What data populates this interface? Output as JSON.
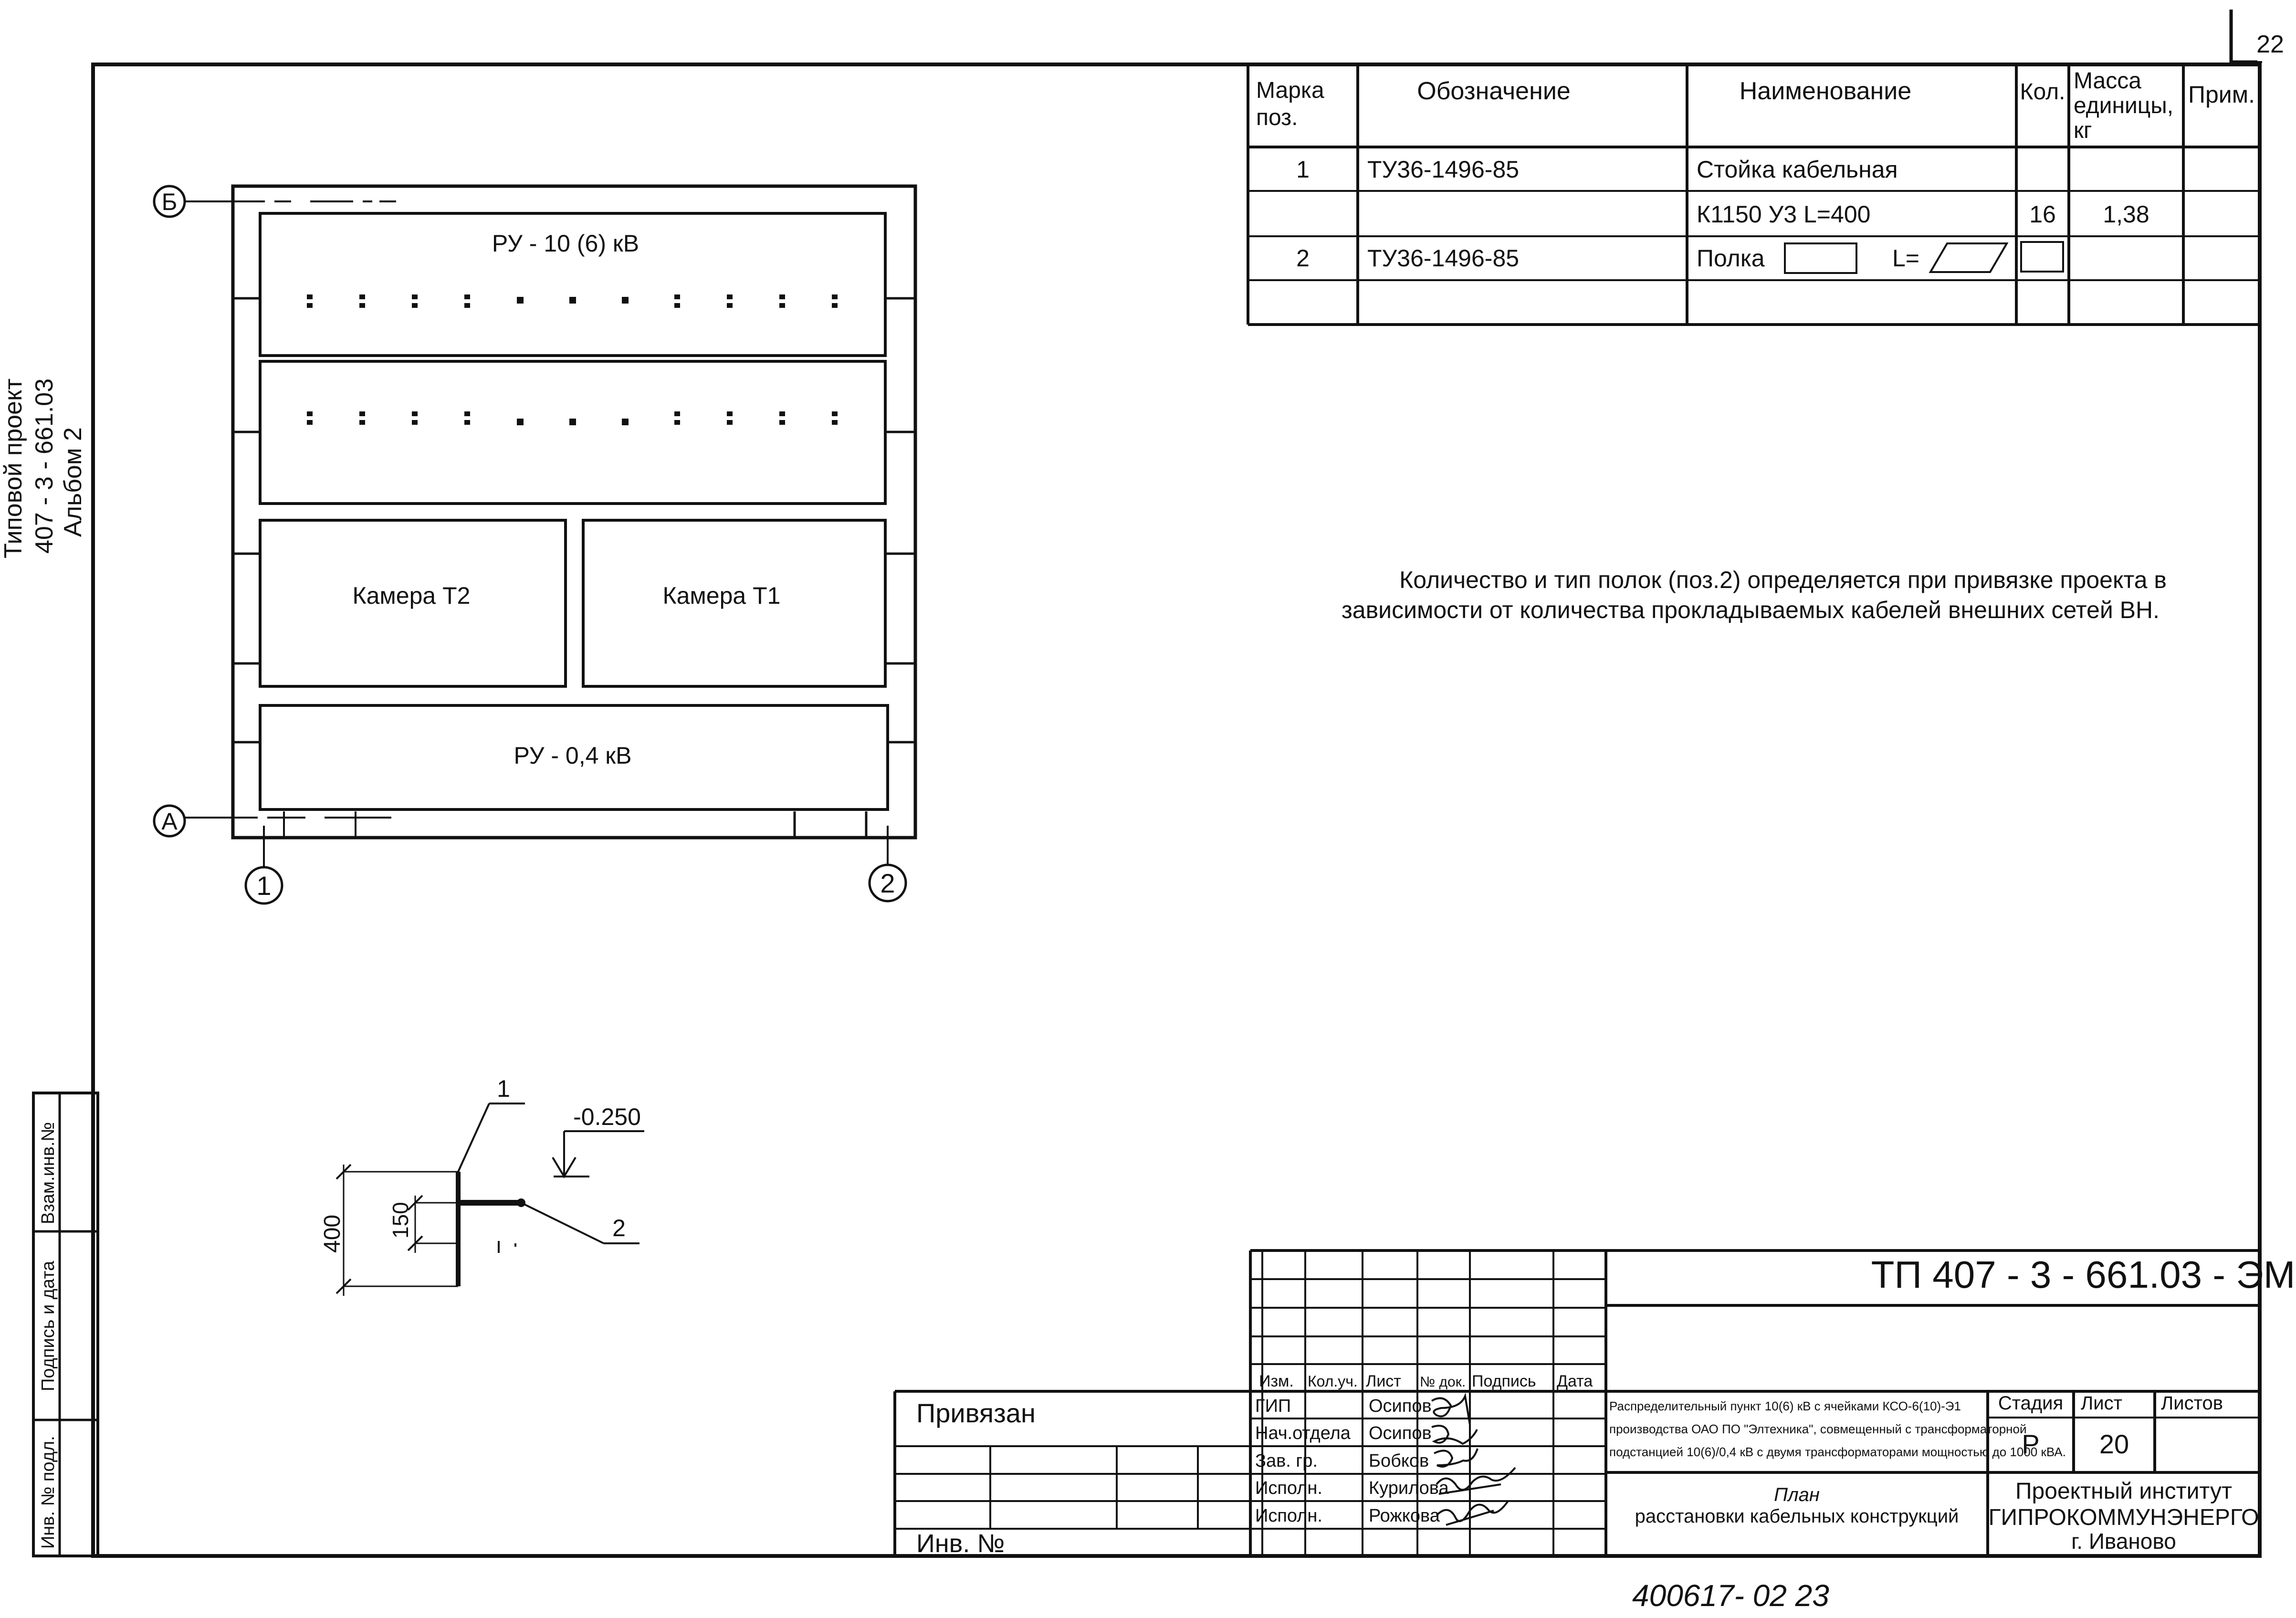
{
  "sheet_number_top": "22",
  "left_margin_title": {
    "line1": "Типовой проект",
    "line2": "407 - 3 - 661.03",
    "line3": "Альбом   2"
  },
  "left_stamp": {
    "vzam": "Взам.инв.№",
    "podpis": "Подпись и дата",
    "inv_podl": "Инв. № подл."
  },
  "plan": {
    "axis_b": "Б",
    "axis_a": "А",
    "axis_1": "1",
    "axis_2": "2",
    "ru10": "РУ - 10 (6) кВ",
    "cam_t2": "Камера Т2",
    "cam_t1": "Камера Т1",
    "ru04": "РУ - 0,4 кВ"
  },
  "spec_table": {
    "headers": [
      "Марка поз.",
      "Обозначение",
      "Наименование",
      "Кол.",
      "Масса единицы, кг",
      "Прим."
    ],
    "header_lines": {
      "mark": [
        "Марка",
        "поз."
      ],
      "mass": [
        "Масса",
        "единицы,",
        "кг"
      ]
    },
    "rows": [
      {
        "mark": "1",
        "code": "ТУ36-1496-85",
        "name": "Стойка кабельная",
        "qty": "",
        "mass": "",
        "note": ""
      },
      {
        "mark": "",
        "code": "",
        "name": "К1150 У3   L=400",
        "qty": "16",
        "mass": "1,38",
        "note": ""
      },
      {
        "mark": "2",
        "code": "ТУ36-1496-85",
        "name": "Полка",
        "name_suffix": "L=",
        "qty": "",
        "mass": "",
        "note": ""
      },
      {
        "mark": "",
        "code": "",
        "name": "",
        "qty": "",
        "mass": "",
        "note": ""
      }
    ]
  },
  "note": {
    "line1": "Количество и тип полок (поз.2) определяется при привязке проекта в",
    "line2": "зависимости от количества прокладываемых кабелей внешних сетей ВН."
  },
  "detail": {
    "callout1": "1",
    "callout2": "2",
    "level": "-0.250",
    "dim400": "400",
    "dim150": "150"
  },
  "title_block": {
    "doc_code": "ТП  407 - 3 - 661.03 - ЭМ",
    "privyazan": "Привязан",
    "inv_no": "Инв. №",
    "col_headers": [
      "Изм.",
      "Кол.уч.",
      "Лист",
      "№ док.",
      "Подпись",
      "Дата"
    ],
    "staff": [
      {
        "role": "ГИП",
        "name": "Осипов"
      },
      {
        "role": "Нач.отдела",
        "name": "Осипов"
      },
      {
        "role": "Зав. гр.",
        "name": "Бобков"
      },
      {
        "role": "Исполн.",
        "name": "Курилова"
      },
      {
        "role": "Исполн.",
        "name": "Рожкова"
      }
    ],
    "project_desc": [
      "Распределительный пункт 10(6) кВ с ячейками КСО-6(10)-Э1",
      "производства ОАО ПО \"Элтехника\", совмещенный с трансформаторной",
      "подстанцией 10(6)/0,4 кВ с двумя трансформаторами мощностью до 1000 кВА."
    ],
    "stage_label": "Стадия",
    "sheet_label": "Лист",
    "sheets_label": "Листов",
    "stage": "Р",
    "sheet": "20",
    "sheets": "",
    "drawing_title": "План",
    "drawing_subtitle": "расстановки кабельных конструкций",
    "org_line1": "Проектный институт",
    "org_line2": "ГИПРОКОММУНЭНЕРГО",
    "org_line3": "г. Иваново"
  },
  "handwritten_footer": "400617- 02   23"
}
